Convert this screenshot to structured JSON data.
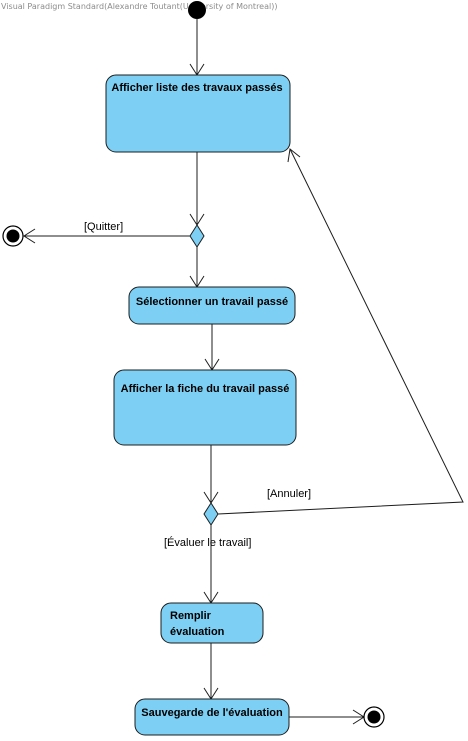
{
  "watermark": "Visual Paradigm Standard(Alexandre Toutant(University of Montreal))",
  "colors": {
    "action_fill": "#7dd0f4",
    "stroke": "#1d1d1d",
    "node_fill": "#000000",
    "background": "#ffffff"
  },
  "actions": {
    "afficher_liste": "Afficher liste des travaux passés",
    "selectionner": "Sélectionner un travail passé",
    "afficher_fiche": "Afficher la fiche du travail passé",
    "remplir_line1": "Remplir",
    "remplir_line2": "évaluation",
    "sauvegarde": "Sauvegarde de l'évaluation"
  },
  "guards": {
    "quitter": "[Quitter]",
    "annuler": "[Annuler]",
    "evaluer": "[Évaluer le travail]"
  }
}
